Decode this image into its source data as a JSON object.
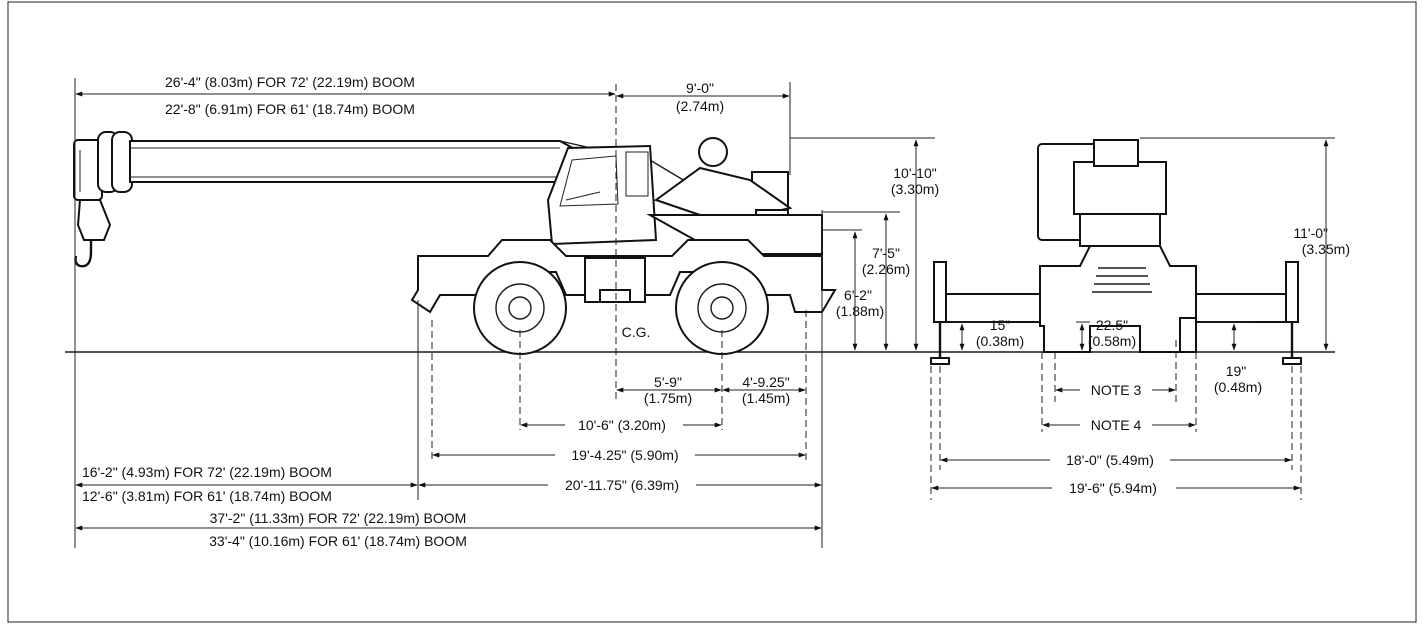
{
  "labels": {
    "boom_len_72": "26'-4\" (8.03m) FOR 72' (22.19m) BOOM",
    "boom_len_61": "22'-8\" (6.91m) FOR 61' (18.74m) BOOM",
    "rear_overhang_ft": "9'-0\"",
    "rear_overhang_m": "(2.74m)",
    "cab_height_ft": "10'-10\"",
    "cab_height_m": "(3.30m)",
    "deck_height_ft": "7'-5\"",
    "deck_height_m": "(2.26m)",
    "frame_height_ft": "6'-2\"",
    "frame_height_m": "(1.88m)",
    "cg": "C.G.",
    "cg_to_rear_axle_ft": "5'-9\"",
    "cg_to_rear_axle_m": "(1.75m)",
    "rear_axle_to_end_ft": "4'-9.25\"",
    "rear_axle_to_end_m": "(1.45m)",
    "wheelbase": "10'-6\" (3.20m)",
    "outrigger_span_long": "19'-4.25\" (5.90m)",
    "front_overhang_72": "16'-2\" (4.93m) FOR 72' (22.19m) BOOM",
    "front_overhang_61": "12'-6\" (3.81m) FOR 61' (18.74m) BOOM",
    "carrier_length": "20'-11.75\" (6.39m)",
    "overall_72": "37'-2\" (11.33m) FOR 72' (22.19m) BOOM",
    "overall_61": "33'-4\" (10.16m) FOR 61' (18.74m) BOOM",
    "overall_height_ft": "11'-0\"",
    "overall_height_m": "(3.35m)",
    "ground_clear_15_ft": "15\"",
    "ground_clear_15_m": "(0.38m)",
    "ground_clear_22_ft": "22.5\"",
    "ground_clear_22_m": "(0.58m)",
    "ground_clear_19_ft": "19\"",
    "ground_clear_19_m": "(0.48m)",
    "note3": "NOTE 3",
    "note4": "NOTE 4",
    "outrigger_width_18": "18'-0\" (5.49m)",
    "outrigger_width_19": "19'-6\" (5.94m)"
  }
}
